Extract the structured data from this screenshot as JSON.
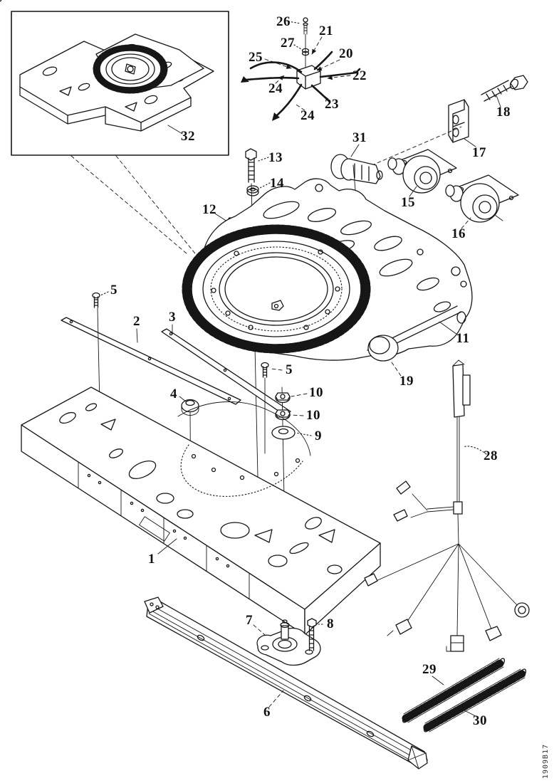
{
  "figure": {
    "kind": "exploded-parts-diagram",
    "background": "#ffffff",
    "ink": "#161616"
  },
  "corner_code": "1909B17",
  "callouts": [
    {
      "label": "1"
    },
    {
      "label": "2"
    },
    {
      "label": "3"
    },
    {
      "label": "4"
    },
    {
      "label": "5"
    },
    {
      "label": "5"
    },
    {
      "label": "6"
    },
    {
      "label": "7"
    },
    {
      "label": "8"
    },
    {
      "label": "9"
    },
    {
      "label": "10"
    },
    {
      "label": "10"
    },
    {
      "label": "11"
    },
    {
      "label": "12"
    },
    {
      "label": "13"
    },
    {
      "label": "14"
    },
    {
      "label": "15"
    },
    {
      "label": "16"
    },
    {
      "label": "17"
    },
    {
      "label": "18"
    },
    {
      "label": "19"
    },
    {
      "label": "20"
    },
    {
      "label": "21"
    },
    {
      "label": "22"
    },
    {
      "label": "23"
    },
    {
      "label": "24"
    },
    {
      "label": "24"
    },
    {
      "label": "25"
    },
    {
      "label": "26"
    },
    {
      "label": "27"
    },
    {
      "label": "28"
    },
    {
      "label": "29"
    },
    {
      "label": "30"
    },
    {
      "label": "31"
    },
    {
      "label": "32"
    }
  ]
}
